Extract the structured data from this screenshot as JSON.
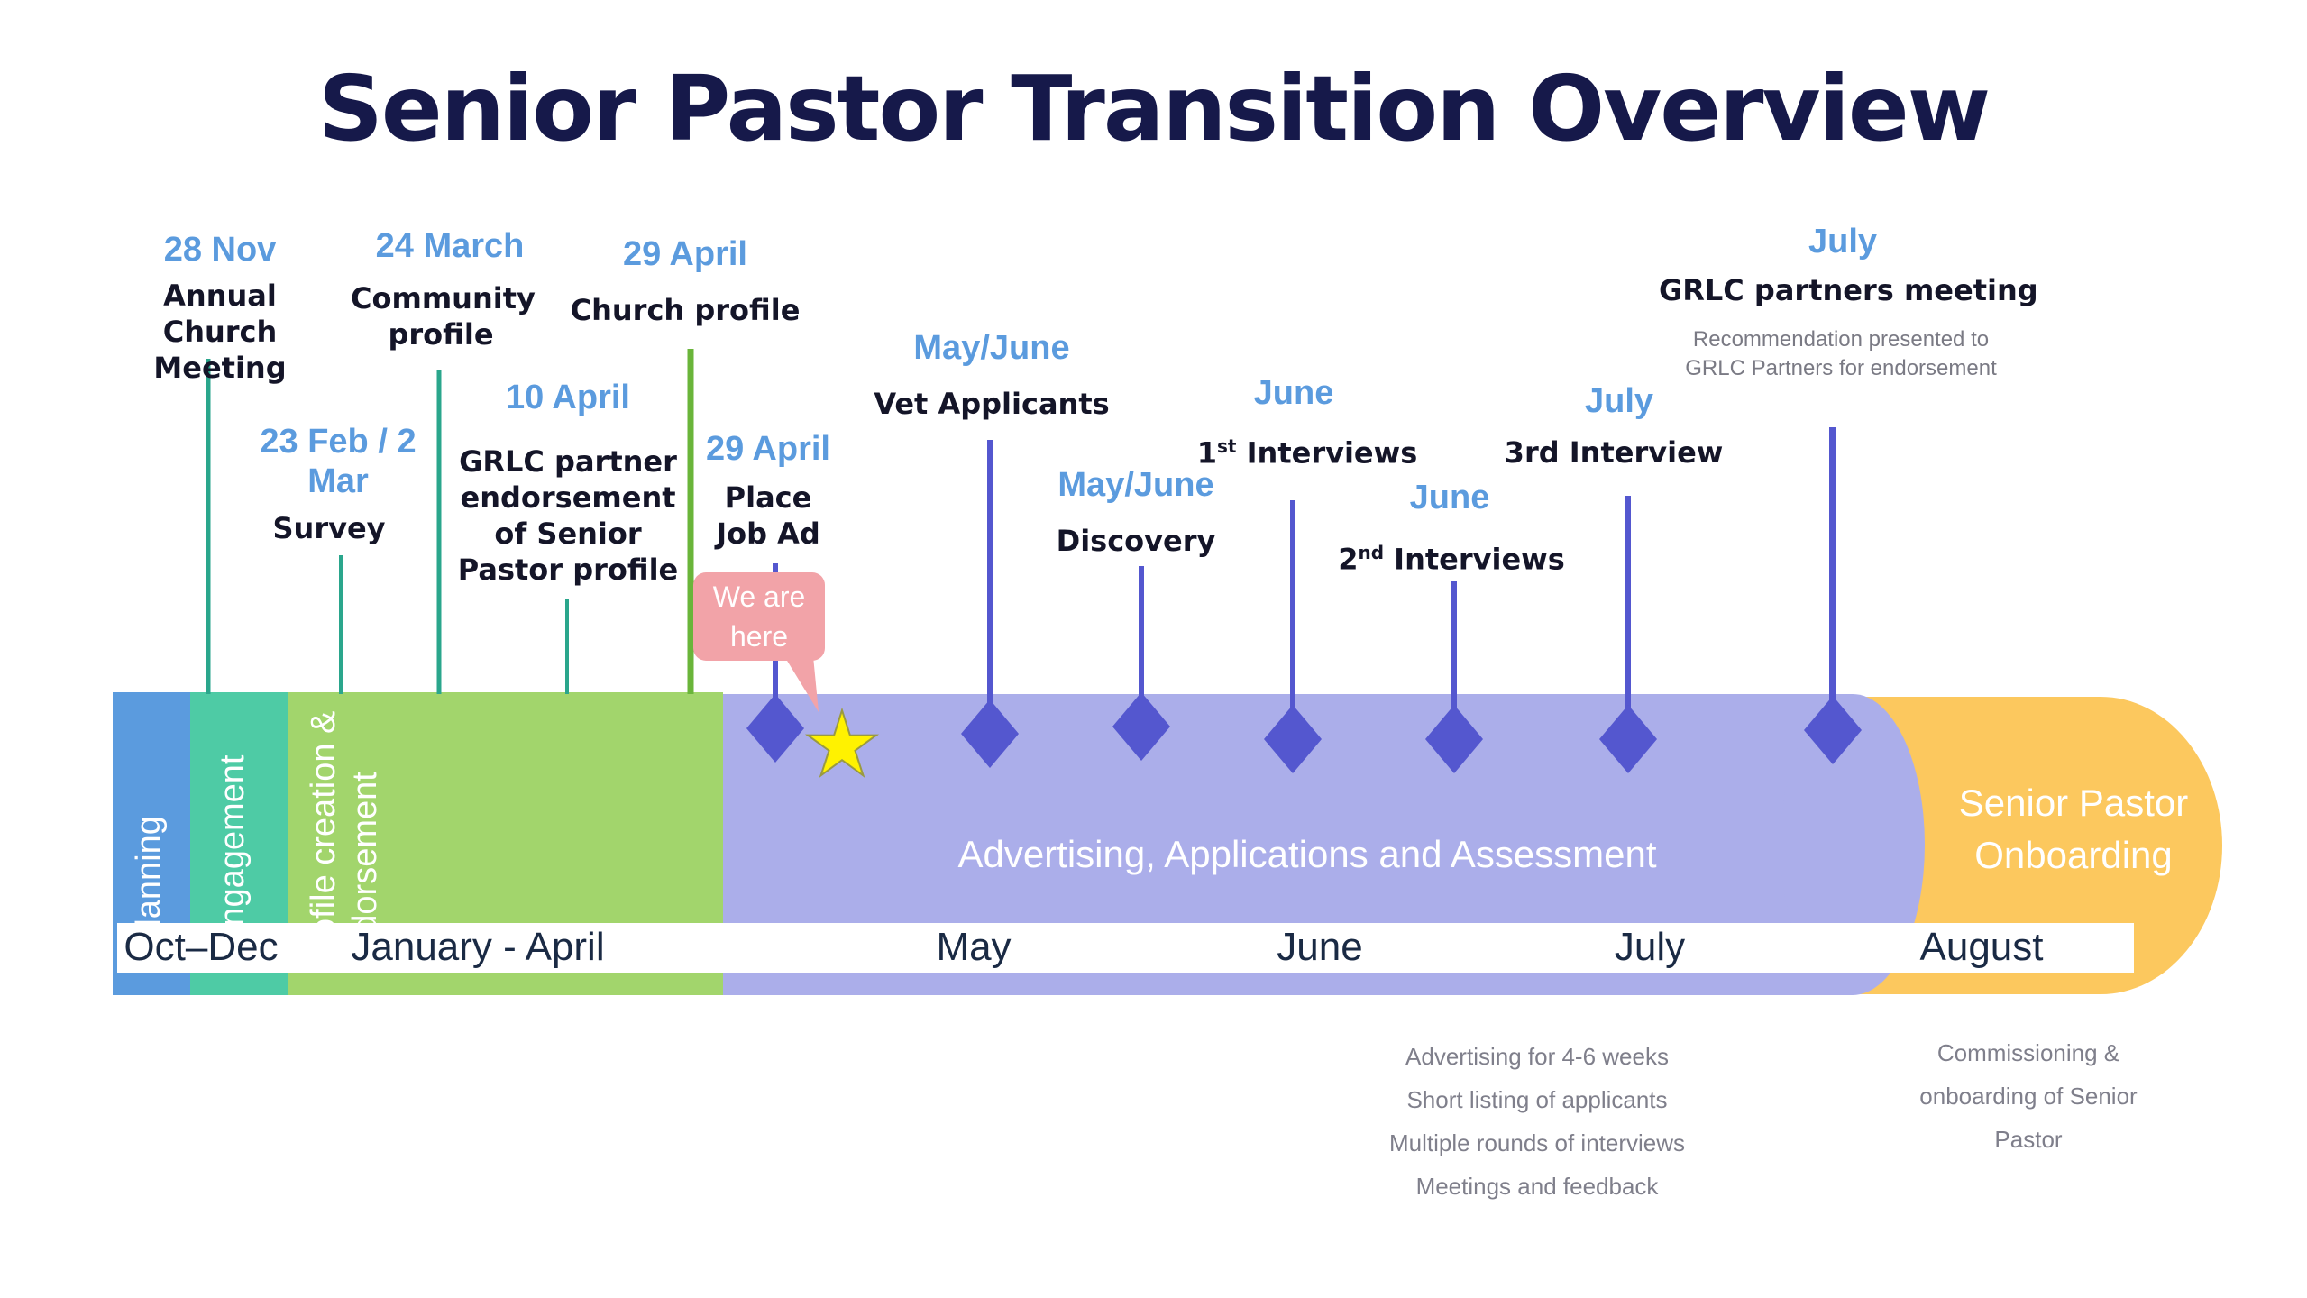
{
  "title": "Senior Pastor Transition Overview",
  "colors": {
    "planning": "#5b9bde",
    "engagement": "#4ecba5",
    "profile": "#a2d56c",
    "advertising": "#abaeea",
    "onboarding": "#fcc85e",
    "milestone": "#5457cf",
    "date_text": "#5b9bde",
    "we_are_here": "#f2a3a8",
    "star": "#fff200"
  },
  "phases": {
    "planning": "Planning",
    "engagement": "Engagement",
    "profile": "Profile creation & endorsement",
    "advertising": "Advertising, Applications and Assessment",
    "onboarding": "Senior Pastor Onboarding"
  },
  "months": {
    "oct_dec": "Oct–Dec",
    "jan_apr": "January - April",
    "may": "May",
    "june": "June",
    "july": "July",
    "august": "August"
  },
  "milestones": {
    "m1": {
      "date": "28 Nov",
      "label": "Annual Church Meeting"
    },
    "m2": {
      "date": "23 Feb / 2 Mar",
      "label": "Survey"
    },
    "m3": {
      "date": "24 March",
      "label": "Community profile"
    },
    "m4": {
      "date": "10 April",
      "label": "GRLC partner endorsement of Senior Pastor profile"
    },
    "m5": {
      "date": "29 April",
      "label": "Church profile"
    },
    "m6": {
      "date": "29 April",
      "label": "Place Job Ad"
    },
    "m7": {
      "date": "May/June",
      "label": "Vet Applicants"
    },
    "m8": {
      "date": "May/June",
      "label": "Discovery"
    },
    "m9": {
      "date": "June",
      "label_pre": "1",
      "label_sup": "st",
      "label_post": " Interviews"
    },
    "m10": {
      "date": "June",
      "label_pre": "2",
      "label_sup": "nd",
      "label_post": " Interviews"
    },
    "m11": {
      "date": "July",
      "label": "3rd Interview"
    },
    "m12": {
      "date": "July",
      "label": "GRLC partners meeting",
      "detail": "Recommendation presented to GRLC Partners for endorsement"
    }
  },
  "we_are_here": "We are here",
  "notes": {
    "advertising": [
      "Advertising for 4-6 weeks",
      "Short listing of applicants",
      "Multiple rounds of interviews",
      "Meetings and feedback"
    ],
    "onboarding": [
      "Commissioning &",
      "onboarding of Senior",
      "Pastor"
    ]
  }
}
